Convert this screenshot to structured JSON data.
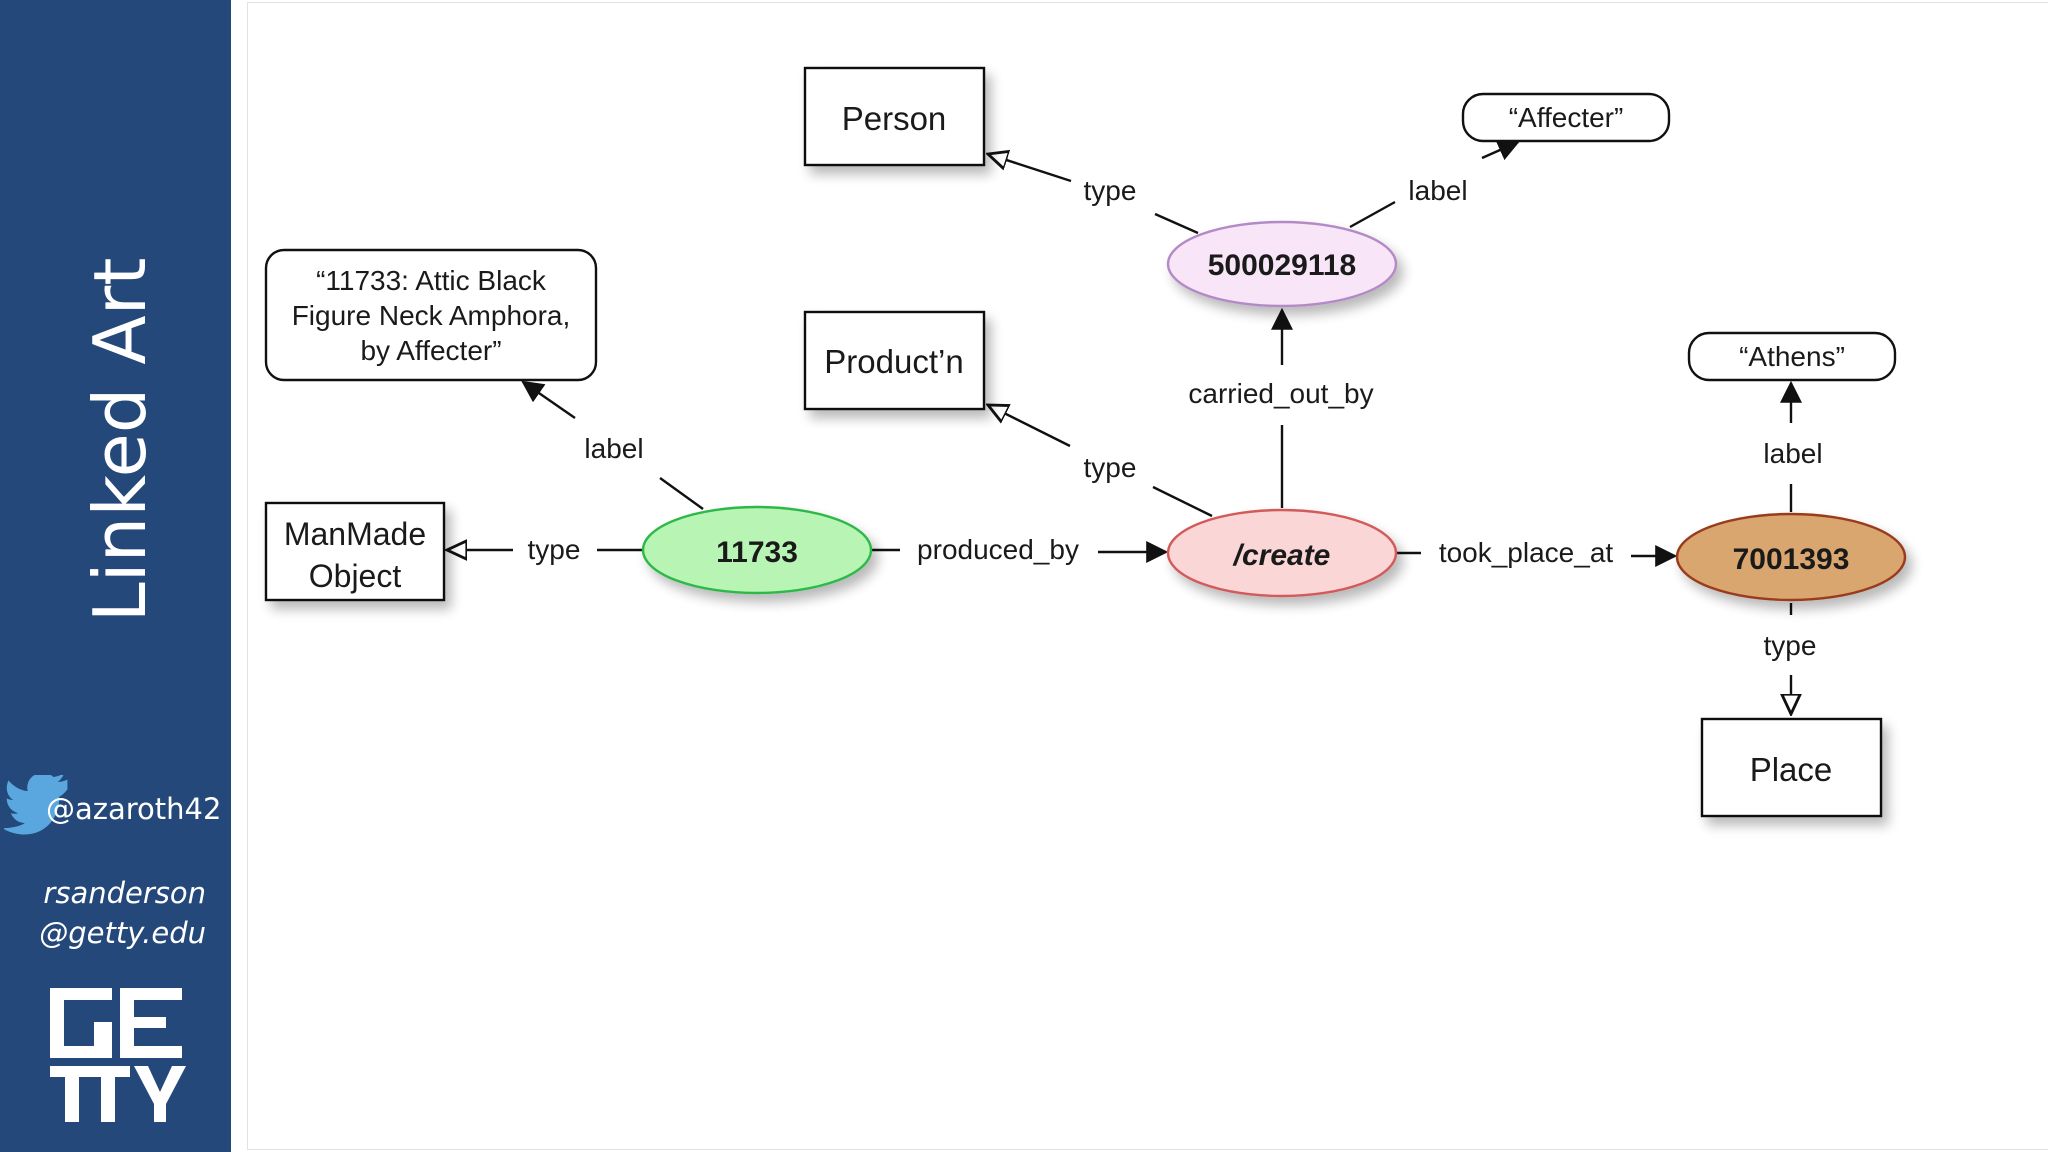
{
  "sidebar": {
    "title": "Linked Art",
    "twitter_handle": "@azaroth42",
    "email_name": "rsanderson",
    "email_domain": "@getty.edu",
    "logo_text": "GETTY"
  },
  "colors": {
    "sidebar_bg": "#24487a",
    "node_11733_fill": "#b8f5b5",
    "node_create_fill": "#fbd6d6",
    "node_500029118_fill": "#f8e6f8",
    "node_7001393_fill": "#d8a66e"
  },
  "diagram": {
    "nodes": {
      "person": "Person",
      "affecter_literal": "“Affecter”",
      "label_literal_1": "“11733: Attic Black",
      "label_literal_2": "Figure Neck Amphora,",
      "label_literal_3": "by Affecter”",
      "production": "Product’n",
      "athens_literal": "“Athens”",
      "manmade_1": "ManMade",
      "manmade_2": "Object",
      "object_id": "11733",
      "production_id": "/create",
      "person_id": "500029118",
      "place_id": "7001393",
      "place": "Place"
    },
    "edges": {
      "person_type": "type",
      "person_label": "label",
      "object_label": "label",
      "production_type": "type",
      "carried_out_by": "carried_out_by",
      "place_label": "label",
      "object_type": "type",
      "produced_by": "produced_by",
      "took_place_at": "took_place_at",
      "place_type": "type"
    }
  }
}
